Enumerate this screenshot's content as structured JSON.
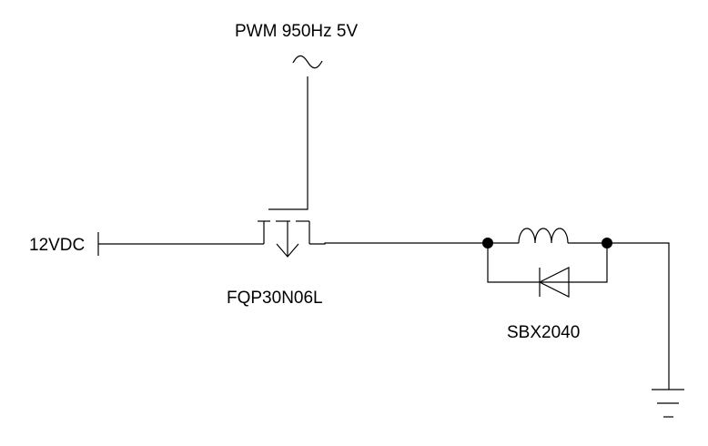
{
  "labels": {
    "pwm_source": "PWM 950Hz 5V",
    "supply": "12VDC",
    "mosfet": "FQP30N06L",
    "diode": "SBX2040"
  },
  "colors": {
    "background": "#ffffff",
    "stroke": "#000000"
  }
}
